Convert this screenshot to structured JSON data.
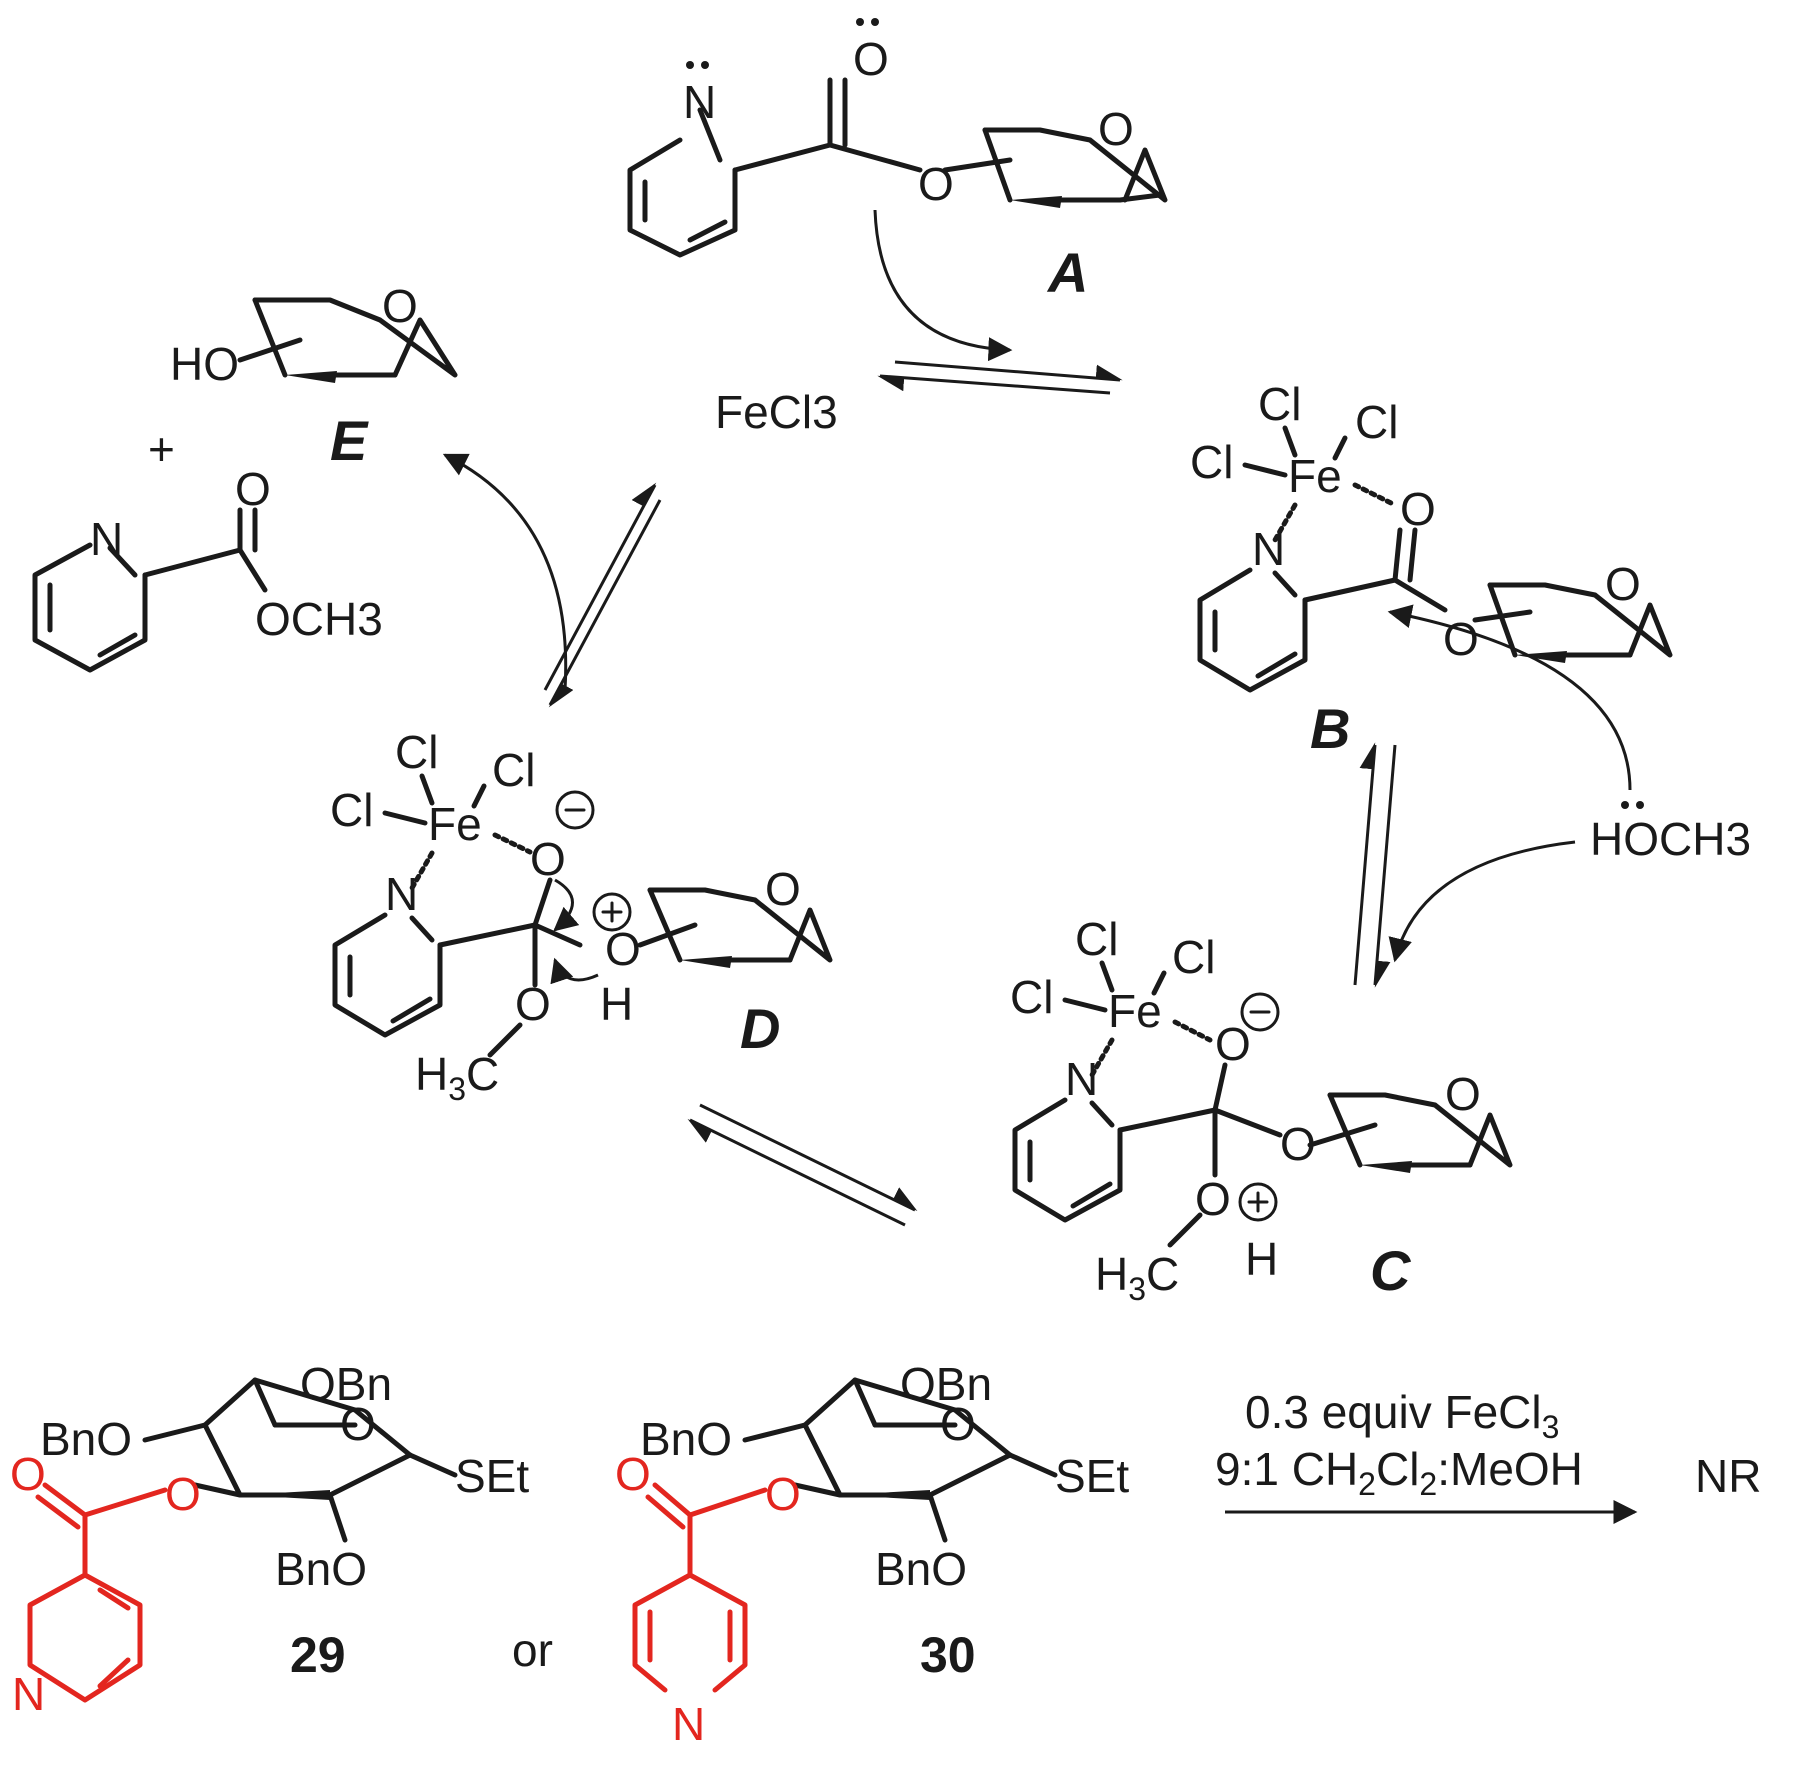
{
  "compounds": {
    "A": "A",
    "B": "B",
    "C": "C",
    "D": "D",
    "E": "E"
  },
  "catalyst": "FeCl3",
  "reagent": "HOCH3",
  "byproduct": "OCH3",
  "plus": "+",
  "conditions": {
    "line1": "0.3 equiv FeCl3",
    "line2": "9:1 CH2Cl2:MeOH",
    "result": "NR"
  },
  "substrates": {
    "first": "29",
    "joiner": "or",
    "second": "30"
  },
  "colors": {
    "ink": "#1a1a1a",
    "highlight": "#e3261f"
  }
}
